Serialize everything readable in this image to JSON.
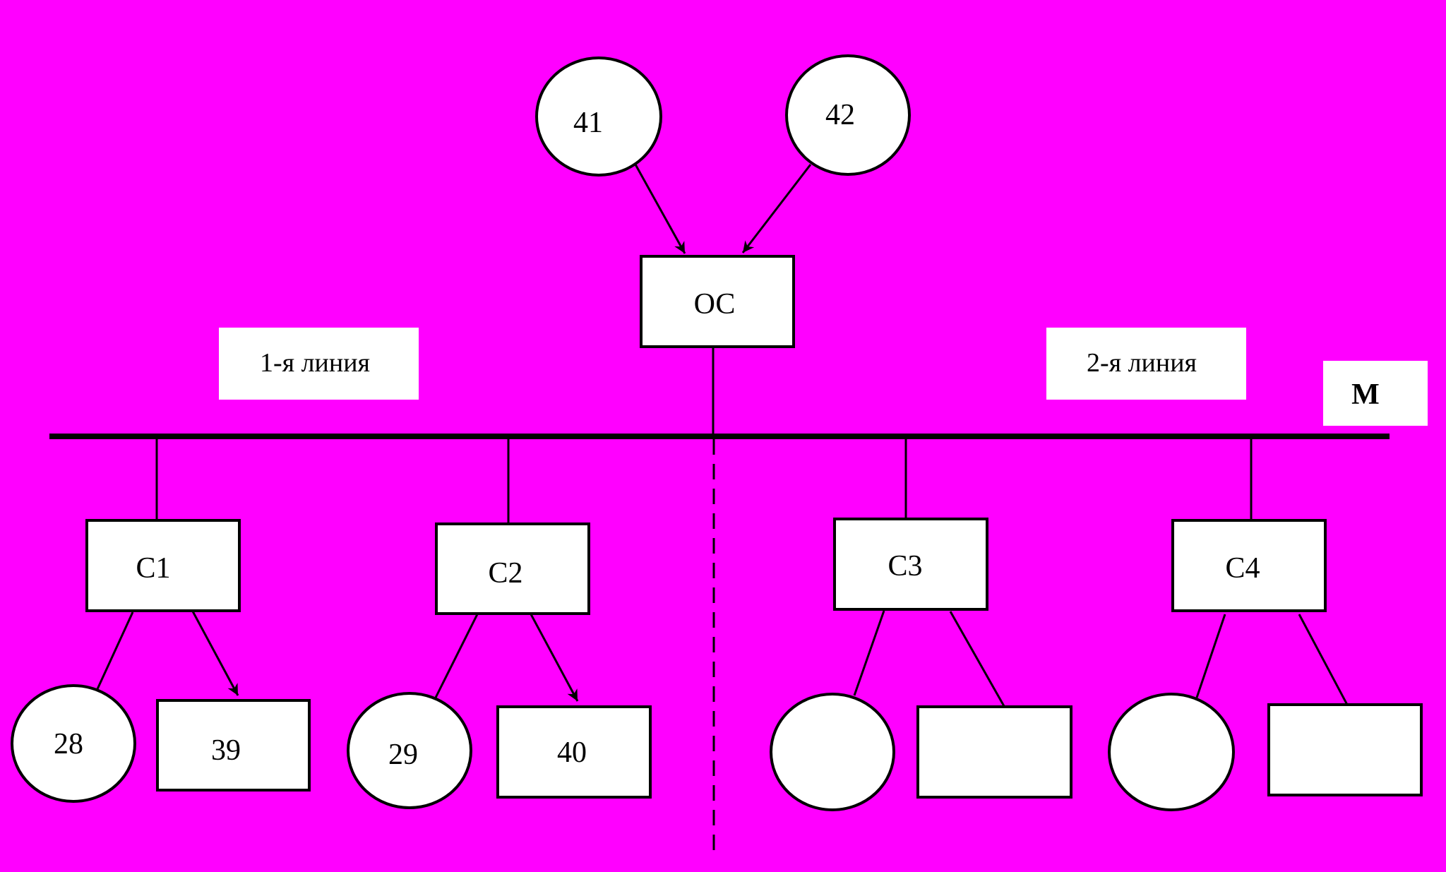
{
  "colors": {
    "background": "#ff00ff",
    "outer": "#000000",
    "stroke": "#000000",
    "node_fill": "#ffffff",
    "label_fill": "#ffffff"
  },
  "nodes": {
    "n41": "41",
    "n42": "42",
    "os": "ОС",
    "c1": "С1",
    "c2": "С2",
    "c3": "С3",
    "c4": "С4",
    "n28": "28",
    "n39": "39",
    "n29": "29",
    "n40": "40",
    "c3_circle": "",
    "c3_rect": "",
    "c4_circle": "",
    "c4_rect": ""
  },
  "labels": {
    "line1": "1-я линия",
    "line2": "2-я линия",
    "m": "М"
  }
}
